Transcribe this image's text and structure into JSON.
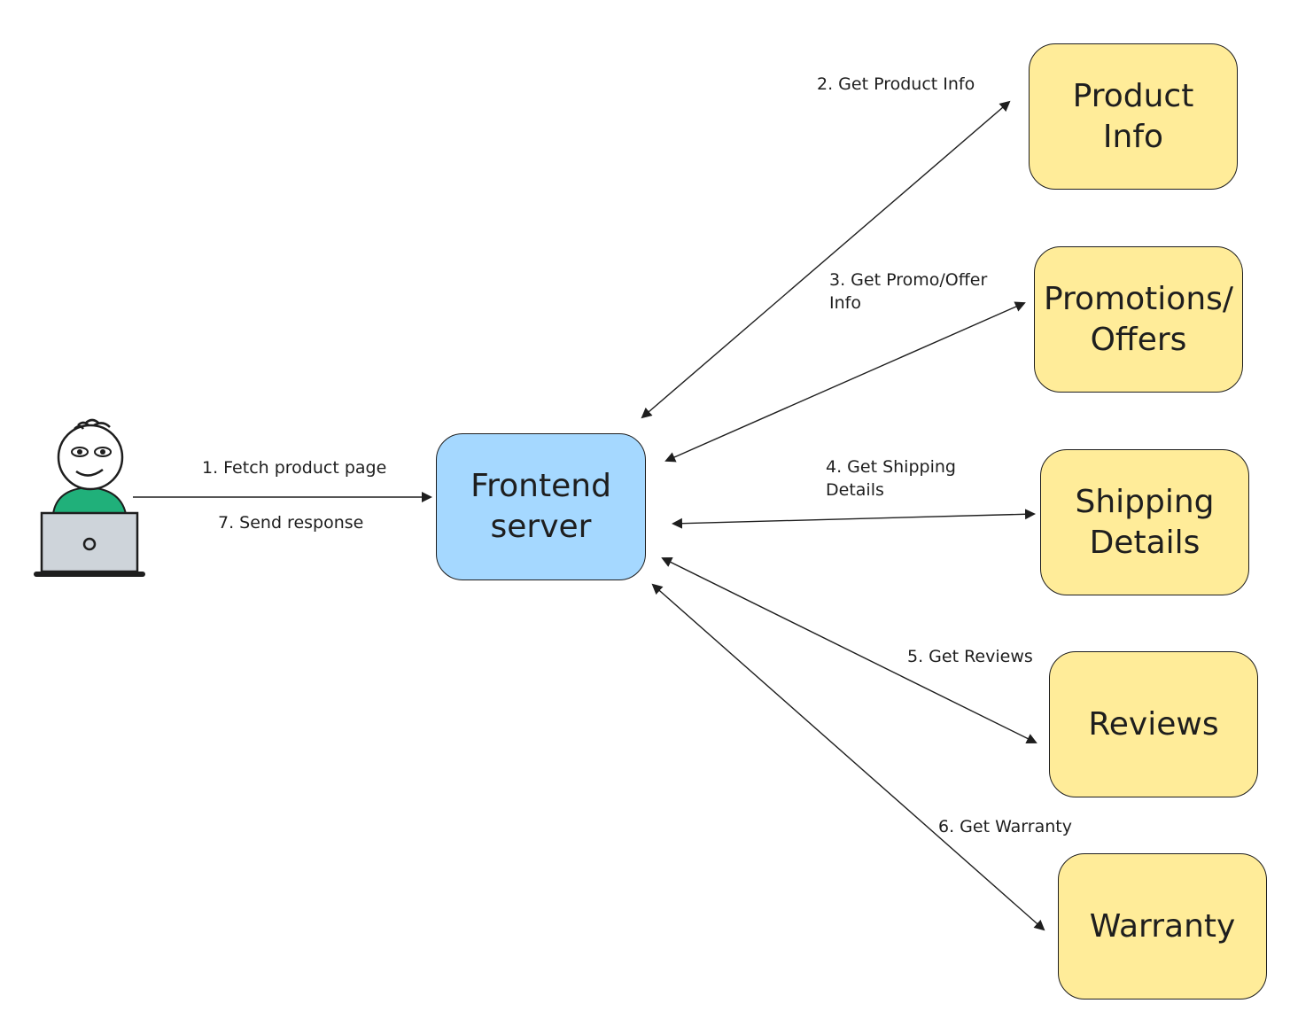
{
  "colors": {
    "frontend_fill": "#a5d8ff",
    "service_fill": "#ffec99",
    "stroke": "#1e1e1e",
    "shirt": "#20b07a",
    "laptop": "#ced4da"
  },
  "user": {
    "icon": "user-at-laptop-icon"
  },
  "nodes": {
    "frontend": "Frontend\nserver",
    "product_info": "Product\nInfo",
    "promotions": "Promotions/\nOffers",
    "shipping": "Shipping\nDetails",
    "reviews": "Reviews",
    "warranty": "Warranty"
  },
  "edges": {
    "fetch": "1. Fetch product page",
    "get_product": "2. Get Product Info",
    "get_promo": "3. Get Promo/Offer\n Info",
    "get_shipping": "4. Get Shipping\nDetails",
    "get_reviews": "5. Get Reviews",
    "get_warranty": "6. Get Warranty",
    "send_response": "7. Send response"
  }
}
